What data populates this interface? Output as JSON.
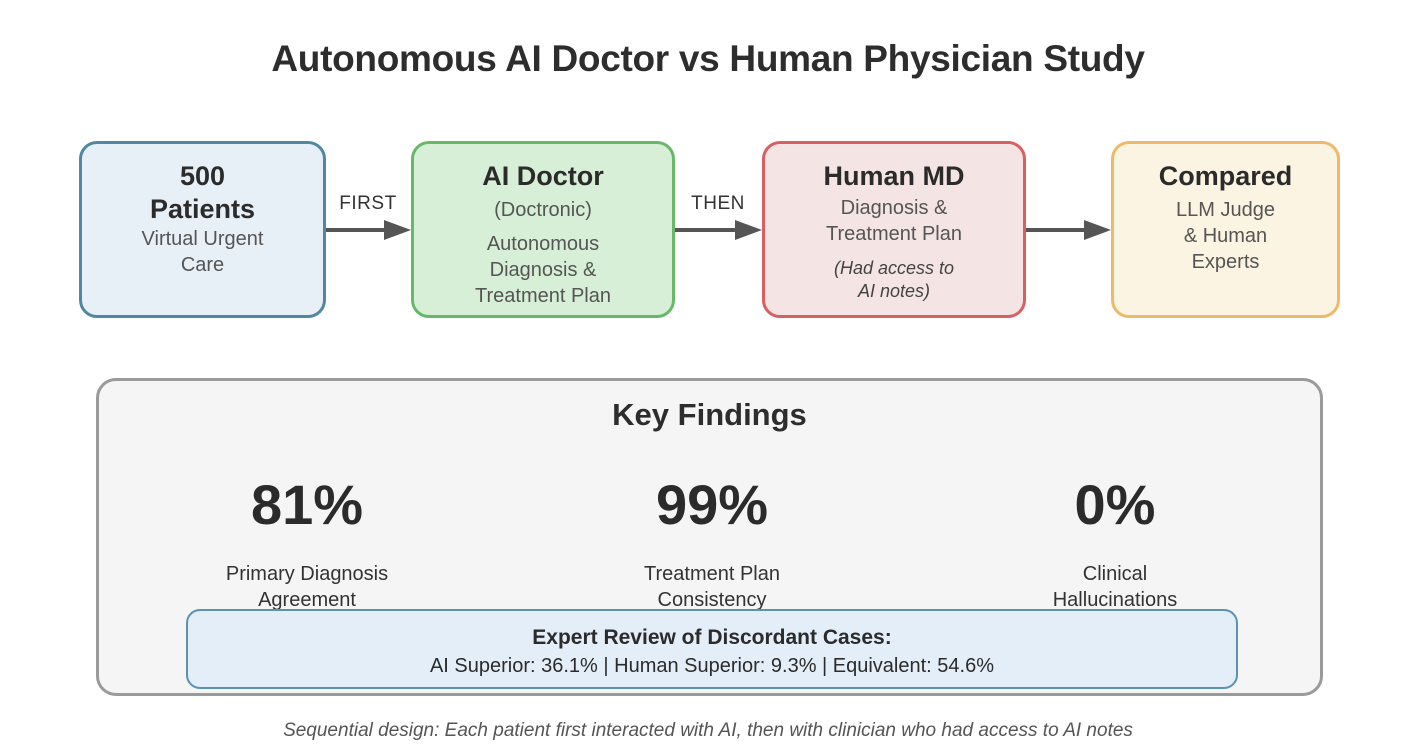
{
  "title": "Autonomous AI Doctor vs Human Physician Study",
  "flow": {
    "patients": {
      "heading_1": "500",
      "heading_2": "Patients",
      "sub_1": "Virtual Urgent",
      "sub_2": "Care"
    },
    "ai_doctor": {
      "heading": "AI Doctor",
      "sub_1": "(Doctronic)",
      "sub_2": "Autonomous",
      "sub_3": "Diagnosis &",
      "sub_4": "Treatment Plan"
    },
    "human_md": {
      "heading": "Human MD",
      "sub_1": "Diagnosis &",
      "sub_2": "Treatment Plan",
      "note_1": "(Had access to",
      "note_2": "AI notes)"
    },
    "compared": {
      "heading": "Compared",
      "sub_1": "LLM Judge",
      "sub_2": "& Human",
      "sub_3": "Experts"
    },
    "arrow_labels": {
      "first": "FIRST",
      "then": "THEN"
    }
  },
  "findings": {
    "title": "Key Findings",
    "stats": [
      {
        "value": "81%",
        "label_1": "Primary Diagnosis",
        "label_2": "Agreement"
      },
      {
        "value": "99%",
        "label_1": "Treatment Plan",
        "label_2": "Consistency"
      },
      {
        "value": "0%",
        "label_1": "Clinical",
        "label_2": "Hallucinations"
      }
    ],
    "expert_review": {
      "heading": "Expert Review of Discordant Cases:",
      "text": "AI Superior: 36.1% | Human Superior: 9.3% | Equivalent: 54.6%"
    }
  },
  "footnote": "Sequential design: Each patient first interacted with AI, then with clinician who had access to AI notes",
  "colors": {
    "patients_fill": "#e6f0f6",
    "patients_border": "#5287a3",
    "ai_fill": "#d6efd6",
    "ai_border": "#69b869",
    "human_fill": "#f5e4e4",
    "human_border": "#d86060",
    "compared_fill": "#fbf4e2",
    "compared_border": "#eeb969",
    "arrow": "#555555"
  }
}
